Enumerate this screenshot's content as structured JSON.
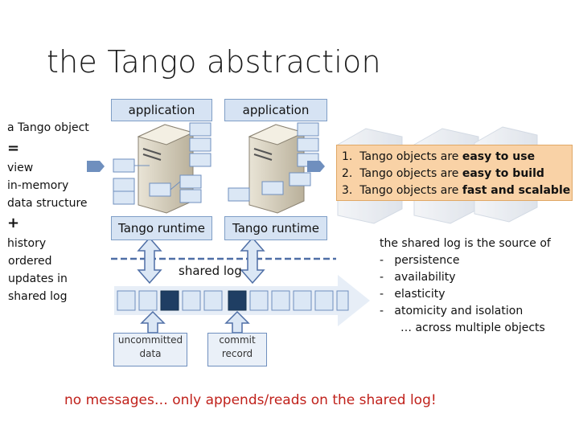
{
  "slide": {
    "title": "the Tango abstraction",
    "left": {
      "object_label": "a Tango object",
      "equals": "=",
      "view": "view",
      "in_memory": "in-memory",
      "data_structure": "data structure",
      "plus": "+",
      "history": "history",
      "ordered": "ordered",
      "updates_in": "updates in",
      "shared_log": "shared log"
    },
    "app_left": "application",
    "app_right": "application",
    "runtime_left": "Tango runtime",
    "runtime_right": "Tango runtime",
    "shared_log_label": "shared log",
    "uncommitted": [
      "uncommitted",
      "data"
    ],
    "commit": [
      "commit",
      "record"
    ],
    "numbered_list": [
      {
        "num": "1.",
        "pre": "Tango objects are ",
        "bold": "easy to use"
      },
      {
        "num": "2.",
        "pre": "Tango objects are ",
        "bold": "easy to build"
      },
      {
        "num": "3.",
        "pre": "Tango objects are ",
        "bold": "fast and scalable"
      }
    ],
    "right_text": {
      "heading": "the shared log is the source of",
      "items": [
        "persistence",
        "availability",
        "elasticity",
        "atomicity and isolation"
      ],
      "tail": "… across multiple objects"
    },
    "bottom_message": "no messages… only appends/reads on the shared log!"
  },
  "colors": {
    "accent_red": "#c0211b",
    "box_blue": "#d6e3f3",
    "box_orange": "#f9d2a6",
    "dark_entry": "#1f3e63"
  }
}
